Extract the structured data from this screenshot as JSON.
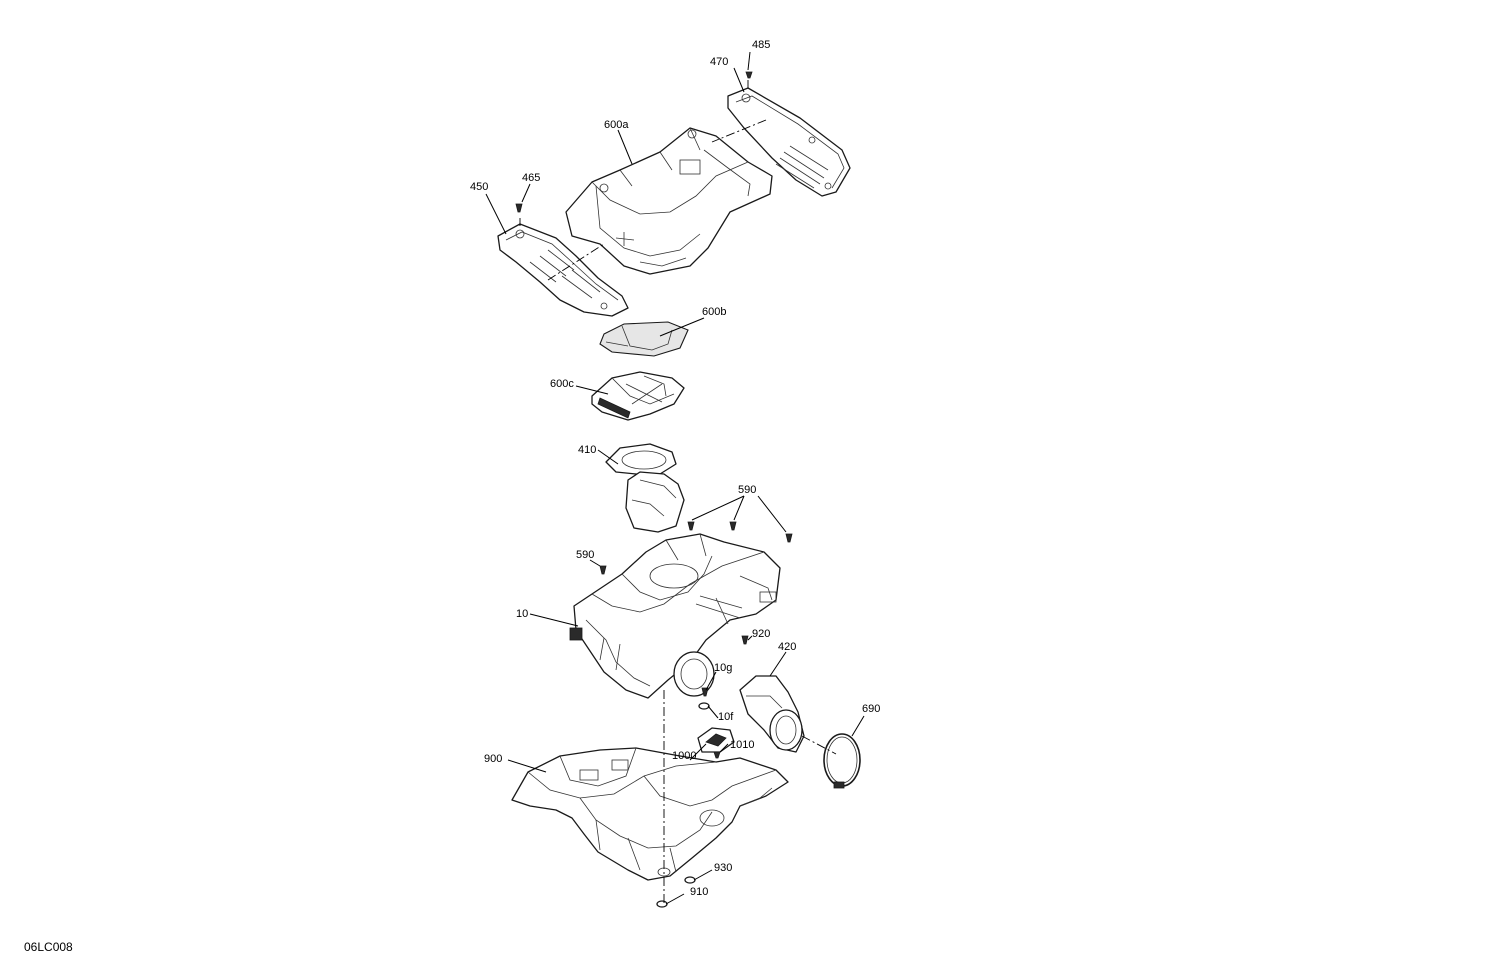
{
  "diagram_code": "06LC008",
  "callouts": {
    "c485": "485",
    "c470": "470",
    "c600a": "600a",
    "c465": "465",
    "c450": "450",
    "c600b": "600b",
    "c600c": "600c",
    "c410": "410",
    "c590_top": "590",
    "c590_left": "590",
    "c10": "10",
    "c920": "920",
    "c420": "420",
    "c10g": "10g",
    "c690": "690",
    "c10f": "10f",
    "c1010": "1010",
    "c900": "900",
    "c1000": "1000",
    "c930": "930",
    "c910": "910"
  }
}
